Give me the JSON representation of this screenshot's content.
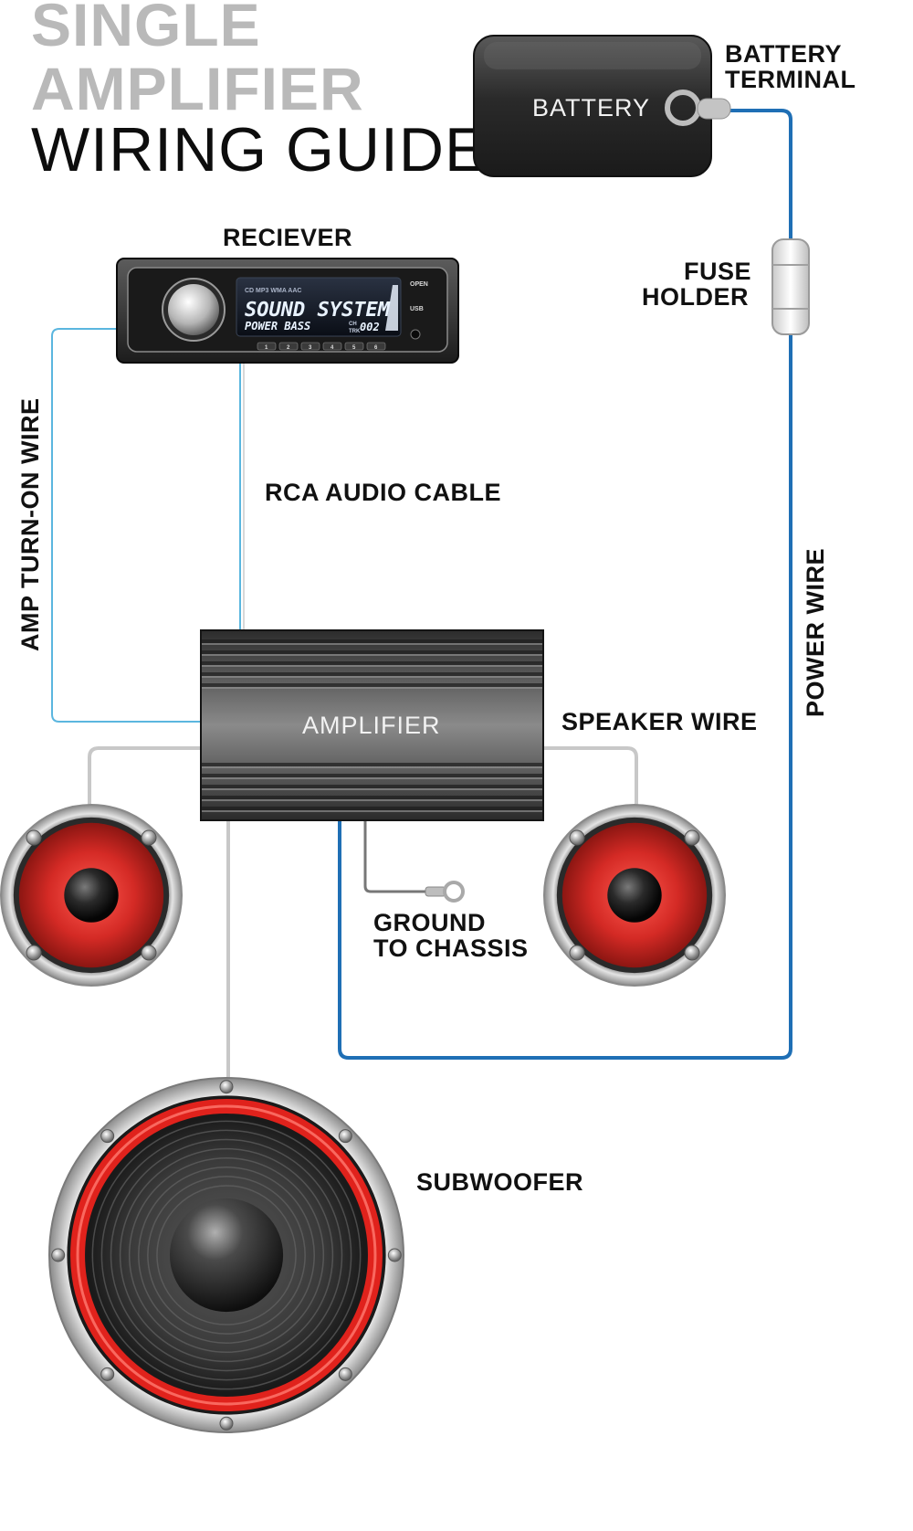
{
  "title": {
    "line1": "SINGLE",
    "line2": "AMPLIFIER",
    "line3": "WIRING GUIDE"
  },
  "labels": {
    "battery": "BATTERY",
    "battery_terminal_1": "BATTERY",
    "battery_terminal_2": "TERMINAL",
    "receiver": "RECIEVER",
    "fuse_1": "FUSE",
    "fuse_2": "HOLDER",
    "rca": "RCA AUDIO CABLE",
    "amp_turn_on": "AMP TURN-ON WIRE",
    "power_wire": "POWER WIRE",
    "amplifier": "AMPLIFIER",
    "speaker_wire": "SPEAKER WIRE",
    "ground_1": "GROUND",
    "ground_2": "TO CHASSIS",
    "subwoofer": "SUBWOOFER"
  },
  "receiver_display": {
    "line1": "SOUND SYSTEM",
    "line2": "POWER BASS",
    "track": "002",
    "ch_label": "CH",
    "trk_label": "TRK",
    "top_text": "CD MP3 WMA AAC",
    "usb": "USB",
    "open": "OPEN",
    "preset_buttons": [
      "1",
      "2",
      "3",
      "4",
      "5",
      "6"
    ]
  },
  "colors": {
    "power_wire": "#1f6fb5",
    "turn_on_wire": "#5bb6df",
    "speaker_wire": "#c8c8c8",
    "speaker_cone": "#d42a25",
    "title_grey": "#b9b9b9"
  }
}
